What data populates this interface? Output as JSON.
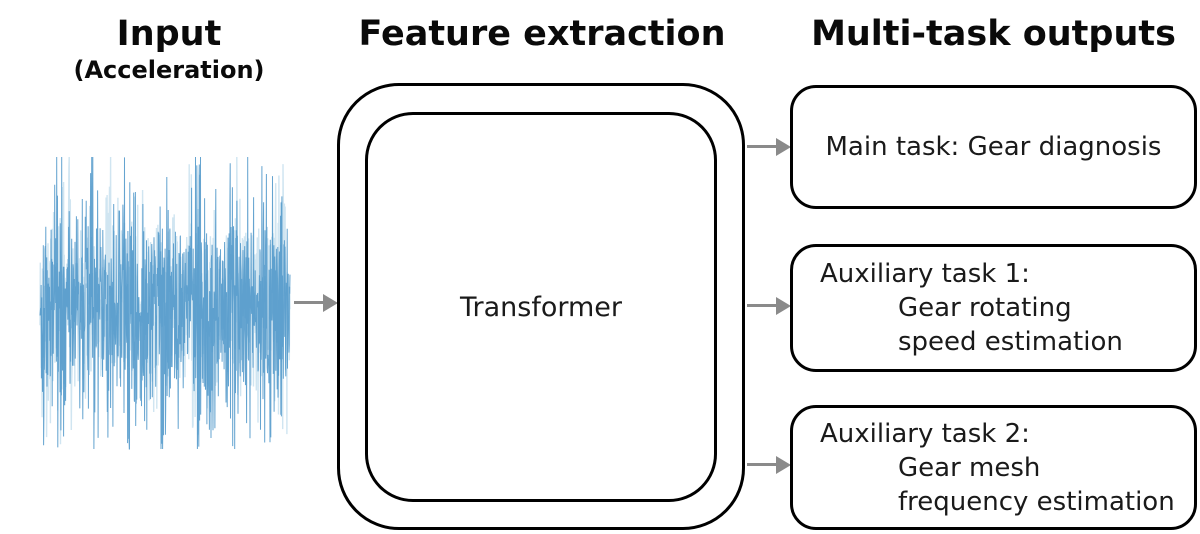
{
  "titles": {
    "input": "Input",
    "input_sub": "(Acceleration)",
    "feature": "Feature extraction",
    "outputs": "Multi-task outputs"
  },
  "transformer": {
    "label": "Transformer"
  },
  "outputs": [
    {
      "lines": [
        "Main task: Gear diagnosis"
      ]
    },
    {
      "lines": [
        "Auxiliary task 1:",
        "Gear rotating",
        "speed estimation"
      ]
    },
    {
      "lines": [
        "Auxiliary task 2:",
        "Gear mesh",
        "frequency estimation"
      ]
    }
  ],
  "colors": {
    "border": "#000000",
    "arrow": "#8a8a8a",
    "waveform_main": "#4a94c8",
    "waveform_light": "#a9cfe5"
  },
  "waveform": {
    "name": "acceleration-noise-signal",
    "points": 900
  }
}
